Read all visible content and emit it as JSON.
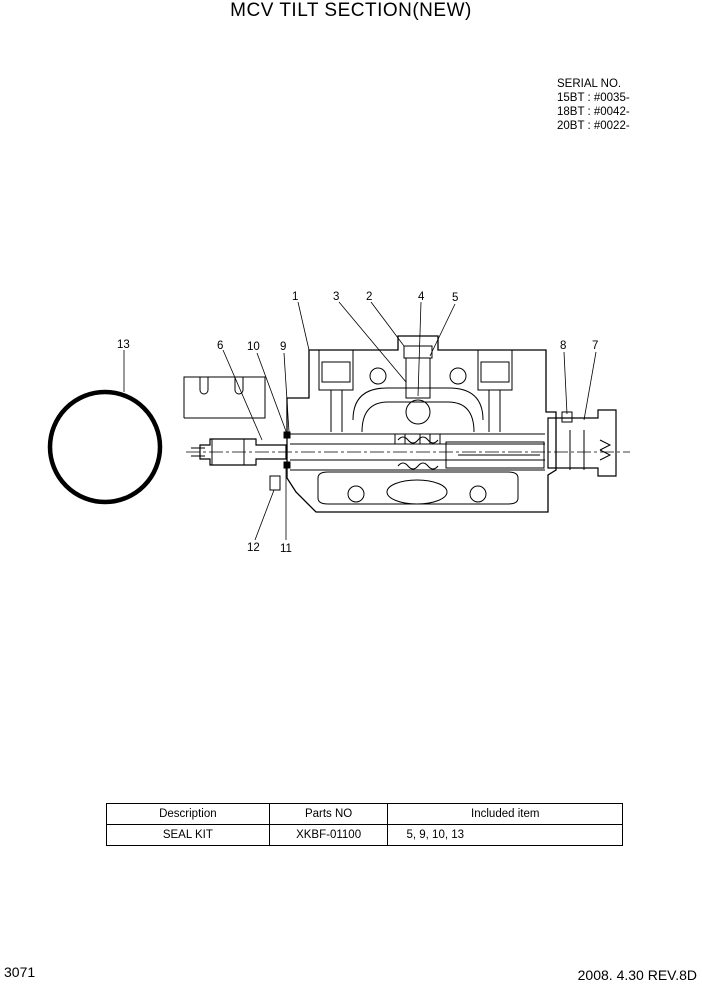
{
  "title": "MCV TILT SECTION(NEW)",
  "serial": {
    "heading": "SERIAL NO.",
    "lines": [
      "15BT : #0035-",
      "18BT : #0042-",
      "20BT : #0022-"
    ]
  },
  "callouts": [
    "1",
    "2",
    "3",
    "4",
    "5",
    "6",
    "7",
    "8",
    "9",
    "10",
    "11",
    "12",
    "13"
  ],
  "table": {
    "headers": [
      "Description",
      "Parts NO",
      "Included item"
    ],
    "rows": [
      [
        "SEAL KIT",
        "XKBF-01100",
        "5, 9, 10, 13"
      ]
    ]
  },
  "footer": {
    "page_number": "3071",
    "revision": "2008. 4.30  REV.8D"
  }
}
